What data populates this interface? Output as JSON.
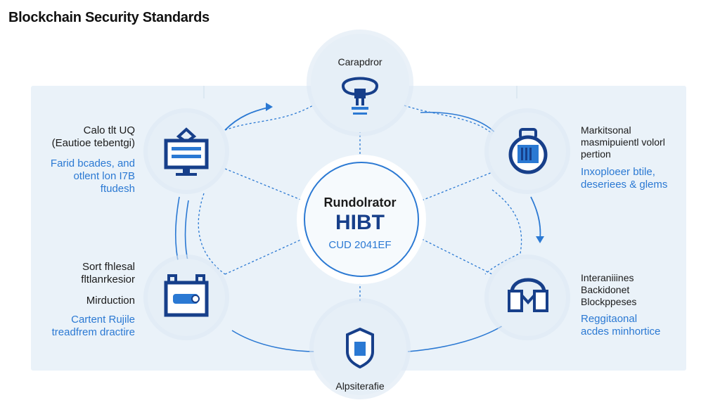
{
  "title": "Blockchain Security Standards",
  "center": {
    "label": "Rundolrator",
    "name": "HIBT",
    "sub": "CUD 2041EF"
  },
  "top": {
    "label": "Carapdror"
  },
  "bottom": {
    "label": "Alpsiterafie"
  },
  "left_top": {
    "heading": [
      "Calo tlt UQ",
      "(Eautioe tebentgi)"
    ],
    "detail": [
      "Farid bcades, and",
      "otlent lon I7B",
      "ftudesh"
    ]
  },
  "left_bottom": {
    "heading": [
      "Sort fhlesal",
      "fltlanrkesior"
    ],
    "heading2": "Mirduction",
    "detail": [
      "Cartent Rujile",
      "treadfrem dractire"
    ]
  },
  "right_top": {
    "heading": [
      "Markitsonal",
      "masmipuientl volorl",
      "pertion"
    ],
    "detail": [
      "Inxoploeer btile,",
      "deseriees & glems"
    ]
  },
  "right_bottom": {
    "heading": [
      "Interaniiines",
      "Backidonet",
      "Blockppeses"
    ],
    "detail": [
      "Reggitaonal",
      "acdes minhortice"
    ]
  },
  "colors": {
    "accent": "#2b79d3",
    "navy": "#173f8a",
    "panel": "#eaf2f9"
  }
}
